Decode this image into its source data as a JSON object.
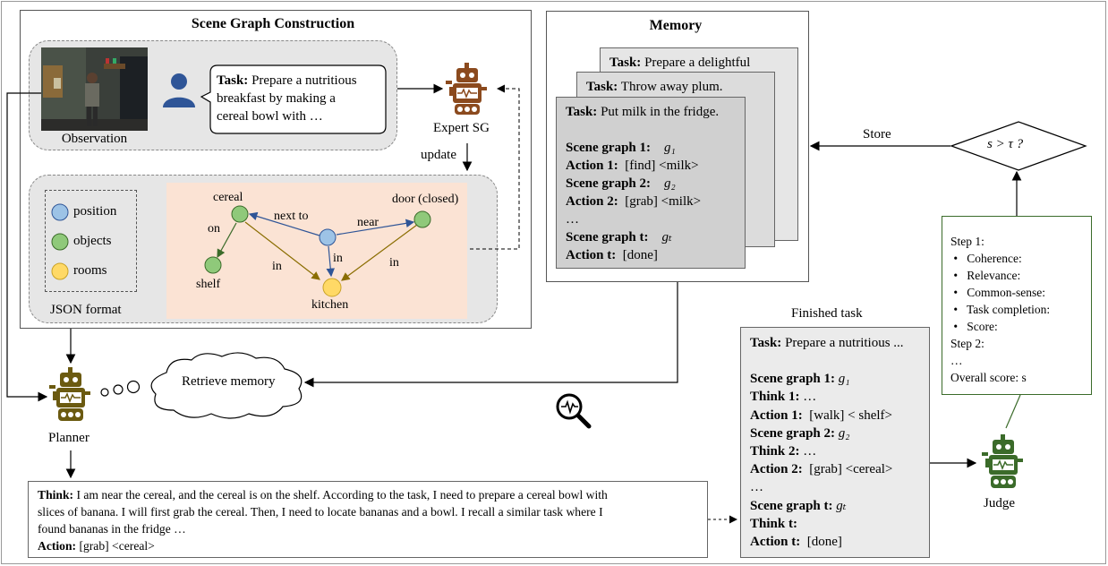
{
  "scene_graph": {
    "title": "Scene Graph Construction",
    "observation_label": "Observation",
    "task_bold": "Task:",
    "task_text_1": "Prepare a nutritious",
    "task_text_2": "breakfast by making a",
    "task_text_3": "cereal bowl with …",
    "expert_label": "Expert SG",
    "update_label": "update",
    "json_label": "JSON format",
    "legend": [
      {
        "label": "position",
        "color": "#9dc3e6"
      },
      {
        "label": "objects",
        "color": "#8fc97a"
      },
      {
        "label": "rooms",
        "color": "#ffd966"
      }
    ],
    "nodes": {
      "cereal": "cereal",
      "shelf": "shelf",
      "door": "door (closed)",
      "kitchen": "kitchen"
    },
    "edges": {
      "next_to": "next to",
      "near": "near",
      "on": "on",
      "in1": "in",
      "in2": "in",
      "in3": "in"
    }
  },
  "memory": {
    "title": "Memory",
    "card3": {
      "task_bold": "Task:",
      "task": "Prepare a delightful"
    },
    "card2": {
      "task_bold": "Task:",
      "task": "Throw away plum."
    },
    "card1": {
      "task_bold": "Task:",
      "task": "Put milk in the fridge.",
      "sg1_bold": "Scene graph 1:",
      "sg1": "g₁",
      "a1_bold": "Action 1:",
      "a1": "[find] <milk>",
      "sg2_bold": "Scene graph 2:",
      "sg2": "g₂",
      "a2_bold": "Action 2:",
      "a2": "[grab] <milk>",
      "dots": "…",
      "sgt_bold": "Scene graph t:",
      "sgt": "gₜ",
      "at_bold": "Action t:",
      "at": "[done]"
    }
  },
  "store_label": "Store",
  "decision": "s > τ ?",
  "judge_box": {
    "step1": "Step 1:",
    "items": [
      "Coherence:",
      "Relevance:",
      "Common-sense:",
      "Task completion:",
      "Score:"
    ],
    "step2": "Step 2:",
    "dots": "…",
    "overall": "Overall score: s"
  },
  "planner_label": "Planner",
  "retrieve_label": "Retrieve memory",
  "finished": {
    "title": "Finished task",
    "task_bold": "Task:",
    "task": "Prepare a nutritious ...",
    "sg1_bold": "Scene graph 1:",
    "sg1": "g₁",
    "think1_bold": "Think 1:",
    "think1": "…",
    "a1_bold": "Action 1:",
    "a1": "[walk] < shelf>",
    "sg2_bold": "Scene graph 2:",
    "sg2": "g₂",
    "think2_bold": "Think 2:",
    "think2": "…",
    "a2_bold": "Action 2:",
    "a2": "[grab] <cereal>",
    "dots": "…",
    "sgt_bold": "Scene graph t:",
    "sgt": "gₜ",
    "thinkt_bold": "Think t:",
    "at_bold": "Action t:",
    "at": "[done]"
  },
  "judge_label": "Judge",
  "think_box": {
    "think_bold": "Think:",
    "line1": "I am near the cereal, and the cereal is on the shelf. According to the task, I need to prepare a cereal bowl with",
    "line2": "slices of banana. I will first grab the cereal. Then, I need to locate bananas and a bowl. I recall a similar task where I",
    "line3": "found bananas in the fridge …",
    "action_bold": "Action:",
    "action": "[grab] <cereal>"
  },
  "colors": {
    "robot_brown": "#8b4a1e",
    "robot_olive": "#6b5a10",
    "robot_green": "#3b6b2a",
    "graph_bg": "#fbe3d4",
    "judge_border": "#3b6b2a"
  }
}
